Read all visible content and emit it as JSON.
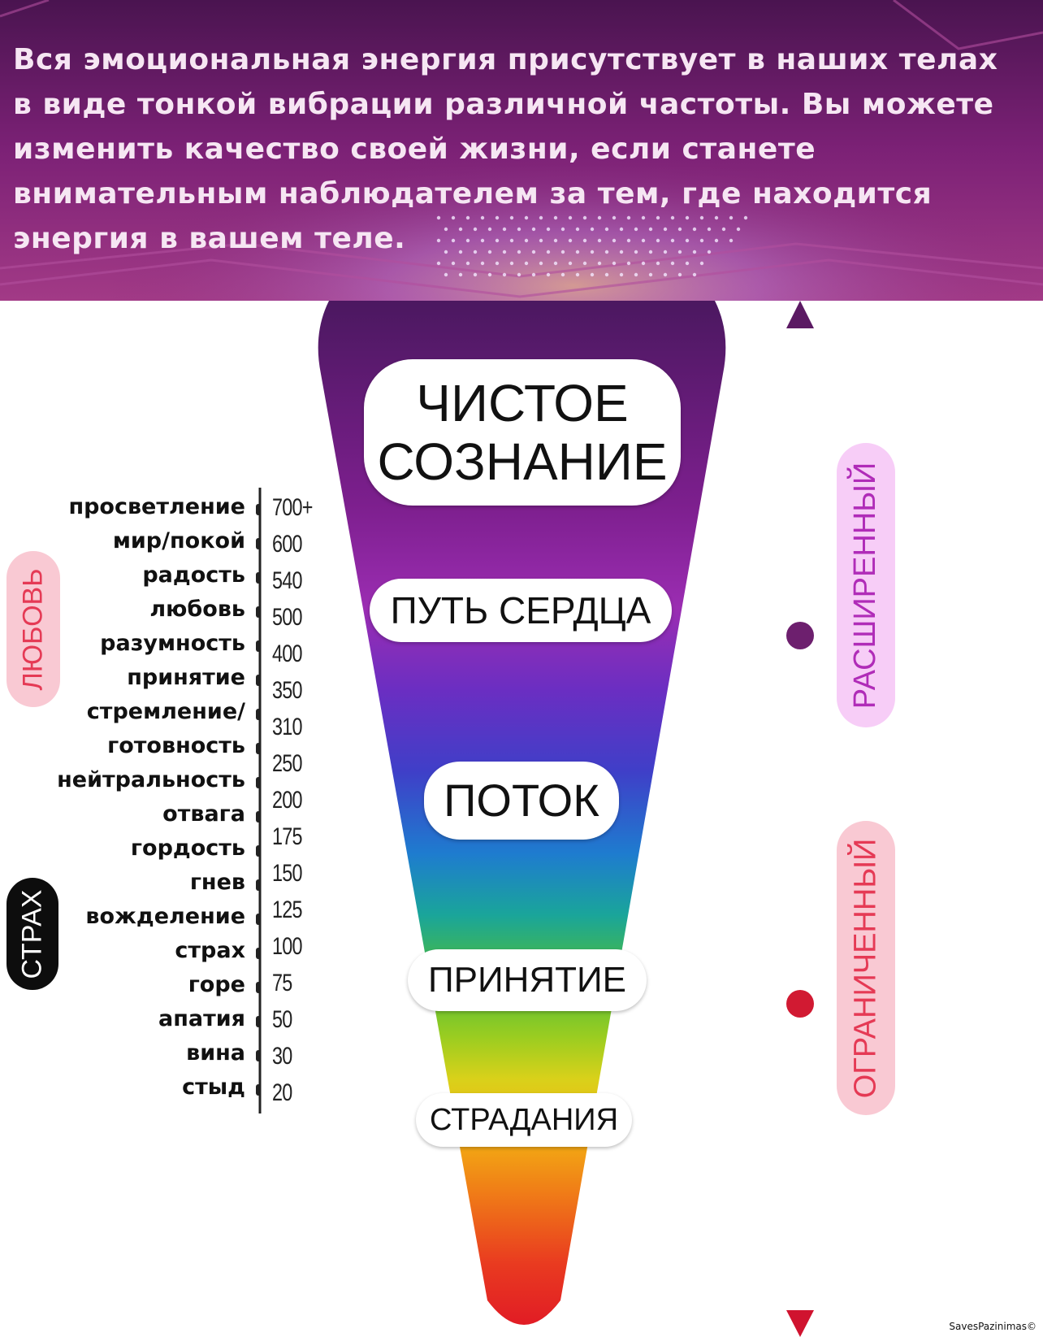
{
  "header": {
    "text_lines": [
      "Вся эмоциональная энергия присутствует в наших телах",
      "в виде тонкой вибрации различной частоты. Вы можете",
      "изменить качество своей жизни, если станете",
      "внимательным наблюдателем за тем, где находится",
      "энергия в вашем теле."
    ]
  },
  "stages": {
    "pure_line1": "ЧИСТОЕ",
    "pure_line2": "СОЗНАНИЕ",
    "heart": "ПУТЬ СЕРДЦА",
    "flow": "ПОТОК",
    "acceptance": "ПРИНЯТИЕ",
    "suffering": "СТРАДАНИЯ"
  },
  "levels": [
    {
      "label": "просветление",
      "value": "700+"
    },
    {
      "label": "мир/покой",
      "value": "600"
    },
    {
      "label": "радость",
      "value": "540"
    },
    {
      "label": "любовь",
      "value": "500"
    },
    {
      "label": "разумность",
      "value": "400"
    },
    {
      "label": "принятие",
      "value": "350"
    },
    {
      "label": "стремление/",
      "value": "310"
    },
    {
      "label": "готовность",
      "value": "250"
    },
    {
      "label": "нейтральность",
      "value": "200"
    },
    {
      "label": "отвага",
      "value": "175"
    },
    {
      "label": "гордость",
      "value": "150"
    },
    {
      "label": "гнев",
      "value": "125"
    },
    {
      "label": "вожделение",
      "value": "100"
    },
    {
      "label": "страх",
      "value": "75"
    },
    {
      "label": "горе",
      "value": "50"
    },
    {
      "label": "апатия",
      "value": "30"
    },
    {
      "label": "вина",
      "value": "20"
    },
    {
      "label": "стыд",
      "value": ""
    }
  ],
  "side_labels": {
    "love": "ЛЮБОВЬ",
    "fear": "СТРАХ",
    "expanded": "РАСШИРЕННЫЙ",
    "limited": "ОГРАНИЧЕННЫЙ"
  },
  "colors": {
    "love_pill": "#f9c9d3",
    "love_text": "#e53a55",
    "fear_pill": "#0d0d0d",
    "fear_text": "#ffffff",
    "expanded_pill": "#f7cdf7",
    "expanded_text": "#b02cb8",
    "limited_pill": "#f9c9d3",
    "limited_text": "#e53a55",
    "axis_top": "#5b1a63",
    "axis_bottom": "#d0132f",
    "header_bg": "#7a1f73"
  },
  "credit": "SavesPazinimas©"
}
